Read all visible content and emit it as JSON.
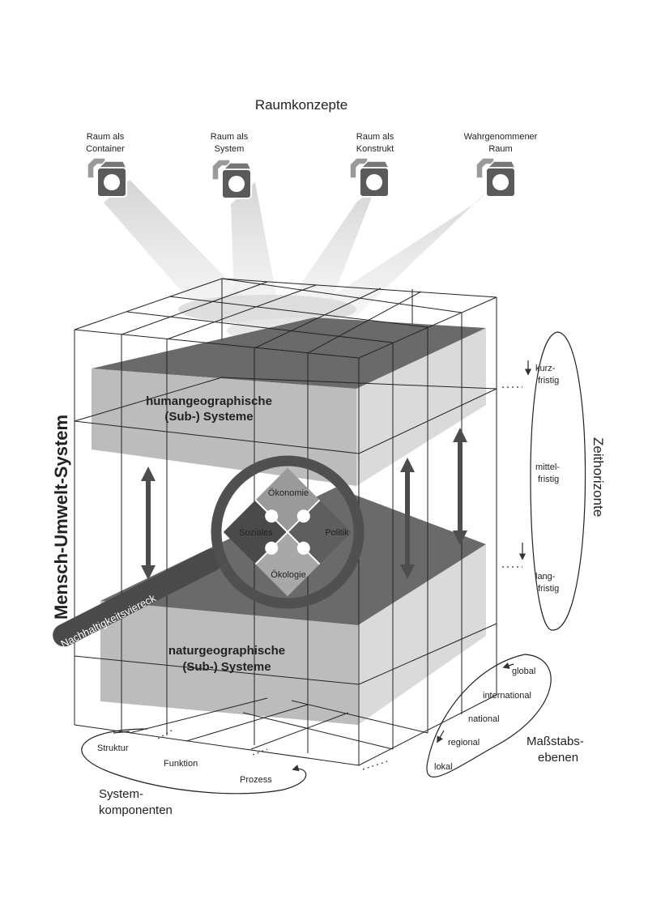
{
  "title": "Raumkonzepte",
  "concepts": [
    {
      "line1": "Raum als",
      "line2": "Container",
      "icon": "projector-icon"
    },
    {
      "line1": "Raum als",
      "line2": "System",
      "icon": "projector-icon"
    },
    {
      "line1": "Raum als",
      "line2": "Konstrukt",
      "icon": "projector-icon"
    },
    {
      "line1": "Wahrgenommener",
      "line2": "Raum",
      "icon": "projector-icon"
    }
  ],
  "layers": {
    "human": {
      "line1": "humangeographische",
      "line2": "(Sub-) Systeme"
    },
    "nature": {
      "line1": "naturgeographische",
      "line2": "(Sub-) Systeme"
    }
  },
  "side_label": "Mensch-Umwelt-System",
  "magnifier_label": "Nachhaltigkeitsviereck",
  "puzzle": {
    "top": "Ökonomie",
    "left": "Soziales",
    "right": "Politik",
    "bottom": "Ökologie"
  },
  "time": {
    "title": "Zeithorizonte",
    "items": [
      {
        "line1": "kurz-",
        "line2": "fristig"
      },
      {
        "line1": "mittel-",
        "line2": "fristig"
      },
      {
        "line1": "lang-",
        "line2": "fristig"
      }
    ]
  },
  "scale": {
    "title_line1": "Maßstabs-",
    "title_line2": "ebenen",
    "items": [
      "global",
      "international",
      "national",
      "regional",
      "lokal"
    ]
  },
  "system": {
    "title_line1": "System-",
    "title_line2": "komponenten",
    "items": [
      "Struktur",
      "Funktion",
      "Prozess"
    ]
  },
  "colors": {
    "dark_face": "#6a6a6a",
    "light_face": "#bcbcbc",
    "side_face": "#dadada",
    "arrow": "#4d4d4d",
    "ring": "#505050"
  }
}
